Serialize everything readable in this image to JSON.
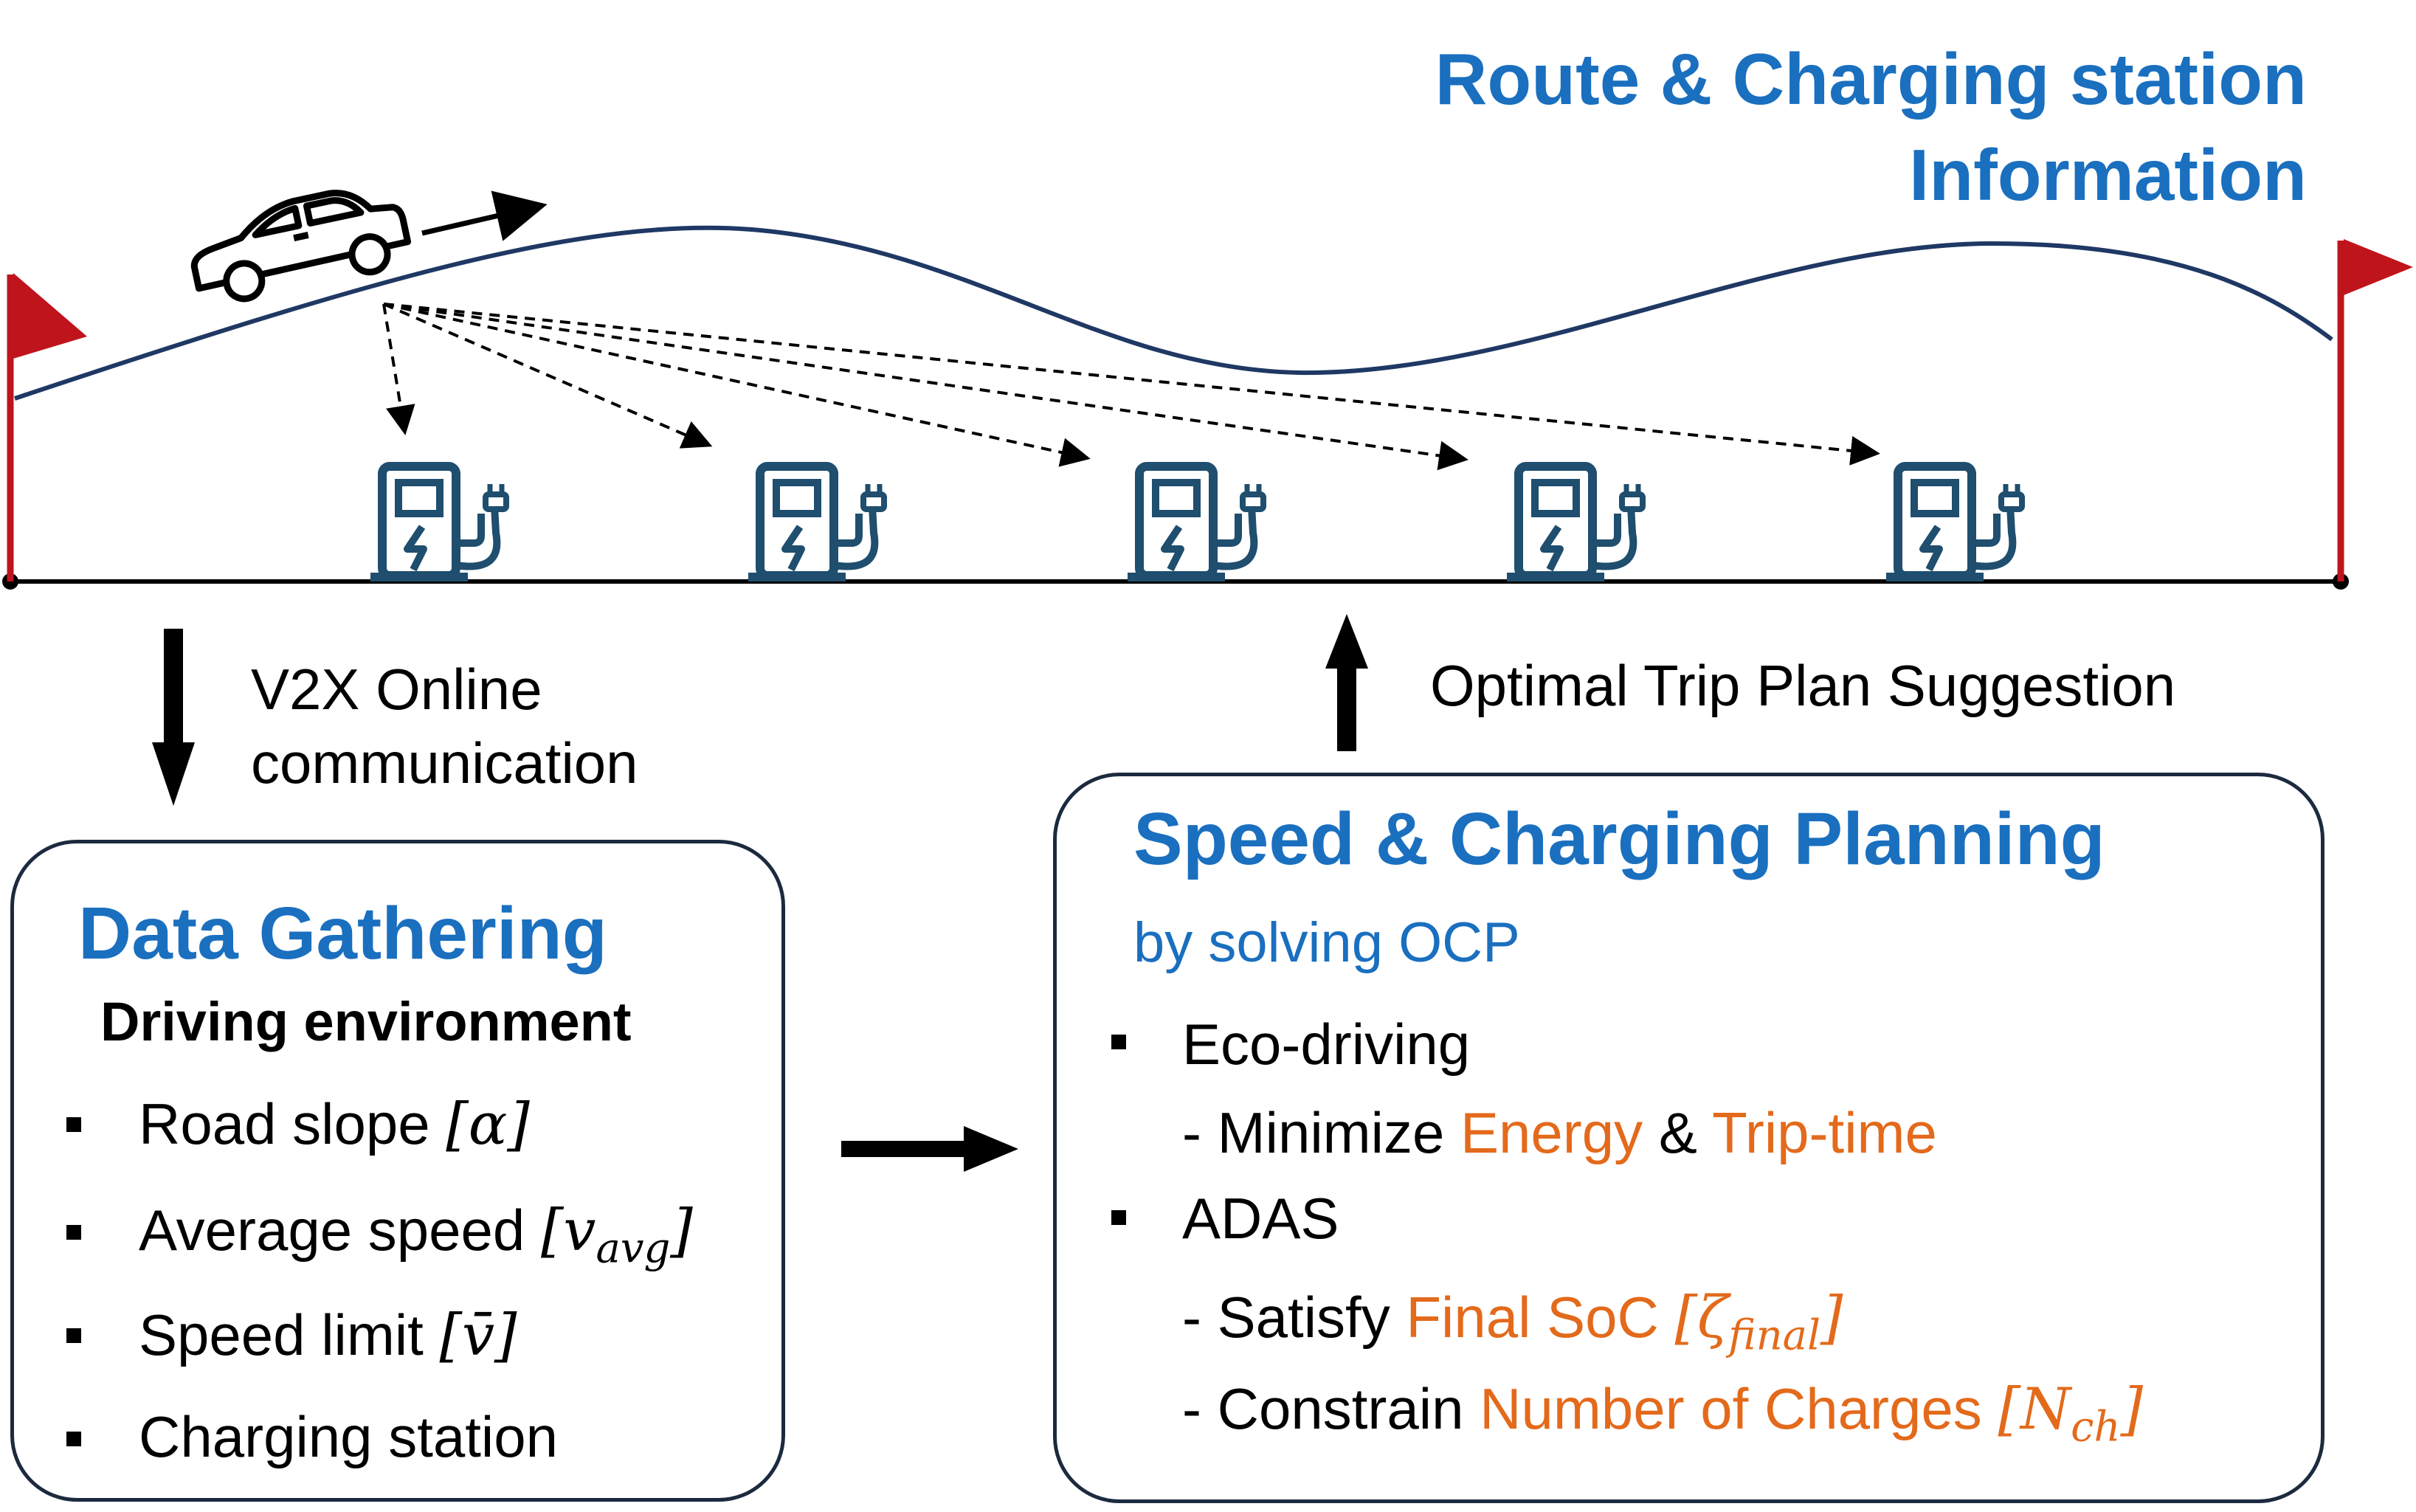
{
  "route_info": {
    "title_line1": "Route & Charging station",
    "title_line2": "Information"
  },
  "charging_station_count": 5,
  "flags": {
    "color": "#c0141c"
  },
  "v2x": {
    "line1": "V2X Online",
    "line2": "communication"
  },
  "optimal": {
    "label": "Optimal Trip Plan Suggestion"
  },
  "data_gathering": {
    "title": "Data Gathering",
    "subtitle": "Driving environment",
    "items": [
      {
        "text": "Road slope ",
        "math": "[α]"
      },
      {
        "text": "Average speed ",
        "math": "[v",
        "sub": "avg",
        "math_end": "]"
      },
      {
        "text": "Speed limit ",
        "math": "[v̄]"
      },
      {
        "text": "Charging station"
      }
    ]
  },
  "planning": {
    "title": "Speed & Charging Planning",
    "subtitle": "by solving OCP",
    "eco": {
      "label": "Eco-driving",
      "detail_prefix": "- Minimize ",
      "energy": "Energy",
      "amp": " & ",
      "trip_time": "Trip-time"
    },
    "adas": {
      "label": "ADAS",
      "satisfy_prefix": "- Satisfy ",
      "final_soc": "Final SoC ",
      "final_soc_math": "[ζ",
      "final_soc_sub": "final",
      "final_soc_end": "]",
      "constrain_prefix": "- Constrain ",
      "num_charges": "Number of Charges ",
      "num_charges_math": "[N",
      "num_charges_sub": "ch",
      "num_charges_end": "]"
    }
  },
  "colors": {
    "accent_blue": "#1a6fbf",
    "accent_orange": "#e36a1b",
    "road_curve": "#1f3864",
    "station_icon": "#1f4e6e",
    "flag_red": "#c0141c"
  }
}
